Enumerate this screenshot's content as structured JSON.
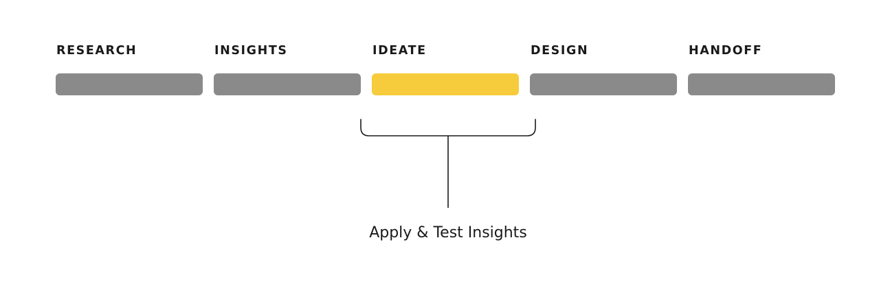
{
  "phases": [
    {
      "label": "RESEARCH",
      "active": false
    },
    {
      "label": "INSIGHTS",
      "active": false
    },
    {
      "label": "IDEATE",
      "active": true
    },
    {
      "label": "DESIGN",
      "active": false
    },
    {
      "label": "HANDOFF",
      "active": false
    }
  ],
  "colors": {
    "inactive": "#8a8a8a",
    "active": "#f6cc3c",
    "bracket": "#1a1a1a"
  },
  "callout": {
    "label": "Apply & Test Insights"
  }
}
